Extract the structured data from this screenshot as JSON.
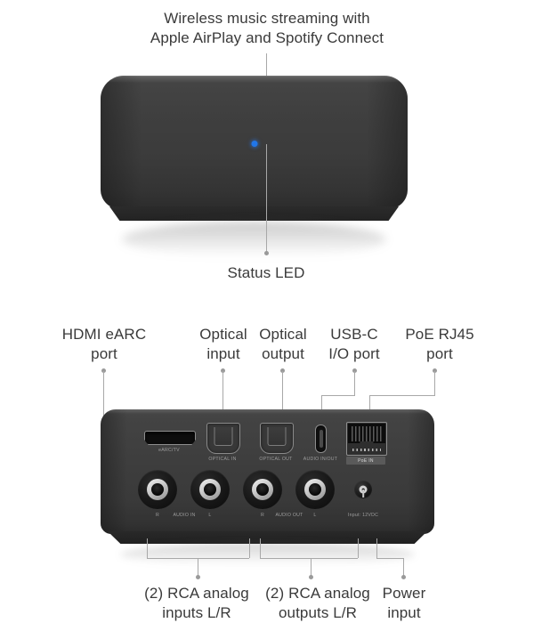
{
  "diagram": {
    "title_callout": "Wireless music streaming with\nApple AirPlay and Spotify Connect",
    "status_led_callout": "Status LED",
    "led_color": "#2176e8",
    "device_color": "#3e3e3e",
    "leader_line_color": "#a8a8a8"
  },
  "top_callouts": [
    {
      "id": "hdmi",
      "label": "HDMI eARC\nport"
    },
    {
      "id": "optical_in",
      "label": "Optical\ninput"
    },
    {
      "id": "optical_out",
      "label": "Optical\noutput"
    },
    {
      "id": "usbc",
      "label": "USB-C\nI/O port"
    },
    {
      "id": "poe",
      "label": "PoE RJ45\nport"
    }
  ],
  "bottom_callouts": [
    {
      "id": "rca_in",
      "label": "(2) RCA analog\ninputs L/R"
    },
    {
      "id": "rca_out",
      "label": "(2) RCA analog\noutputs L/R"
    },
    {
      "id": "power",
      "label": "Power\ninput"
    }
  ],
  "rear_panel": {
    "port_labels": {
      "hdmi": "eARC/TV",
      "optical_in": "OPTICAL IN",
      "optical_out": "OPTICAL OUT",
      "usbc": "AUDIO IN/OUT",
      "poe": "PoE IN",
      "rca_in_r": "R",
      "rca_in_mid": "AUDIO IN",
      "rca_in_l": "L",
      "rca_out_r": "R",
      "rca_out_mid": "AUDIO OUT",
      "rca_out_l": "L",
      "power": "Input: 12VDC"
    }
  }
}
